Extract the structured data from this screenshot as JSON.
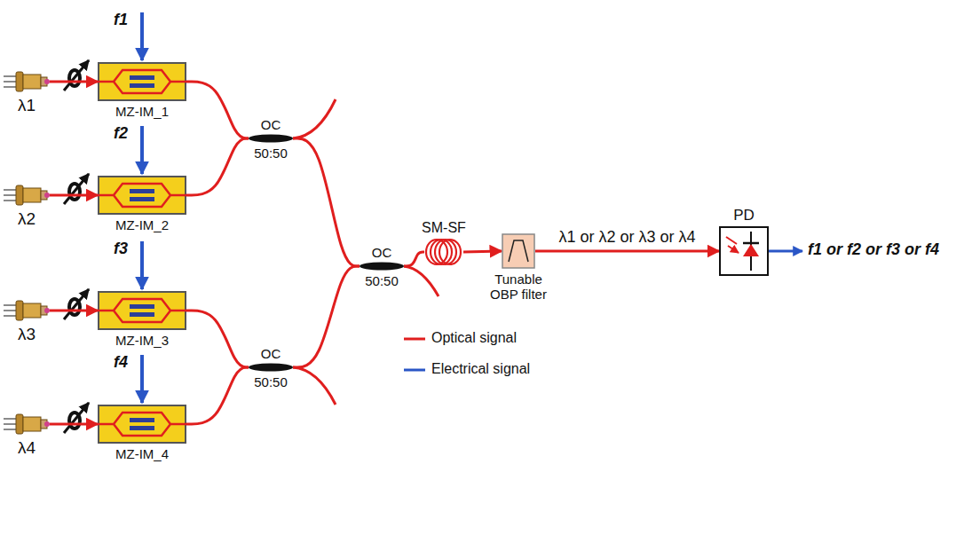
{
  "diagram": {
    "nodes": [
      {
        "text": [
          "λ1"
        ]
      },
      {
        "text": [
          "MZ-IM_1"
        ]
      },
      {
        "text": [
          "λ2"
        ]
      },
      {
        "text": [
          "MZ-IM_2"
        ]
      },
      {
        "text": [
          "OC",
          "50:50"
        ]
      },
      {
        "text": [
          "λ3"
        ]
      },
      {
        "text": [
          "MZ-IM_3"
        ]
      },
      {
        "text": [
          "λ4"
        ]
      },
      {
        "text": [
          "MZ-IM_4"
        ]
      },
      {
        "text": [
          "OC",
          "50:50"
        ]
      },
      {
        "text": [
          "OC",
          "50:50"
        ]
      },
      {
        "text": [
          "SM-SF"
        ]
      },
      {
        "text": [
          "Tunable OBP filter"
        ]
      },
      {
        "text": [
          "PD"
        ]
      }
    ],
    "edges": [
      {
        "from": 0,
        "to": 1,
        "arrow": "to"
      },
      {
        "from": 2,
        "to": 3,
        "arrow": "to"
      },
      {
        "from": 5,
        "to": 6,
        "arrow": "to"
      },
      {
        "from": 7,
        "to": 8,
        "arrow": "to"
      },
      {
        "from": 1,
        "to": 4,
        "arrow": "none"
      },
      {
        "from": 3,
        "to": 4,
        "arrow": "none"
      },
      {
        "from": 6,
        "to": 9,
        "arrow": "none"
      },
      {
        "from": 8,
        "to": 9,
        "arrow": "none"
      },
      {
        "from": 4,
        "to": 10,
        "arrow": "none"
      },
      {
        "from": 9,
        "to": 10,
        "arrow": "none"
      },
      {
        "from": 10,
        "to": 11,
        "arrow": "none"
      },
      {
        "from": 11,
        "to": 12,
        "arrow": "to"
      },
      {
        "from": 12,
        "to": 13,
        "label": "λ1 or λ2 or λ3 or λ4",
        "arrow": "to"
      }
    ],
    "labels": [
      "f1",
      "f2",
      "f3",
      "f4",
      "f1 or f2 or f3 or f4"
    ],
    "legend": [
      {
        "text": "Optical signal"
      },
      {
        "text": "Electrical signal"
      }
    ]
  }
}
